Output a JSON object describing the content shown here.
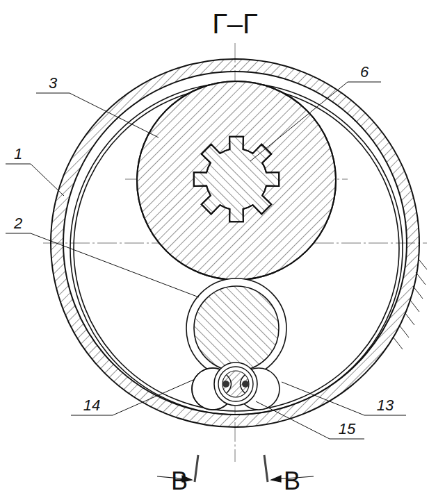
{
  "diagram": {
    "title": "Г–Г",
    "labels": [
      "6",
      "3",
      "1",
      "2",
      "14",
      "13",
      "15",
      "В",
      "В"
    ]
  }
}
